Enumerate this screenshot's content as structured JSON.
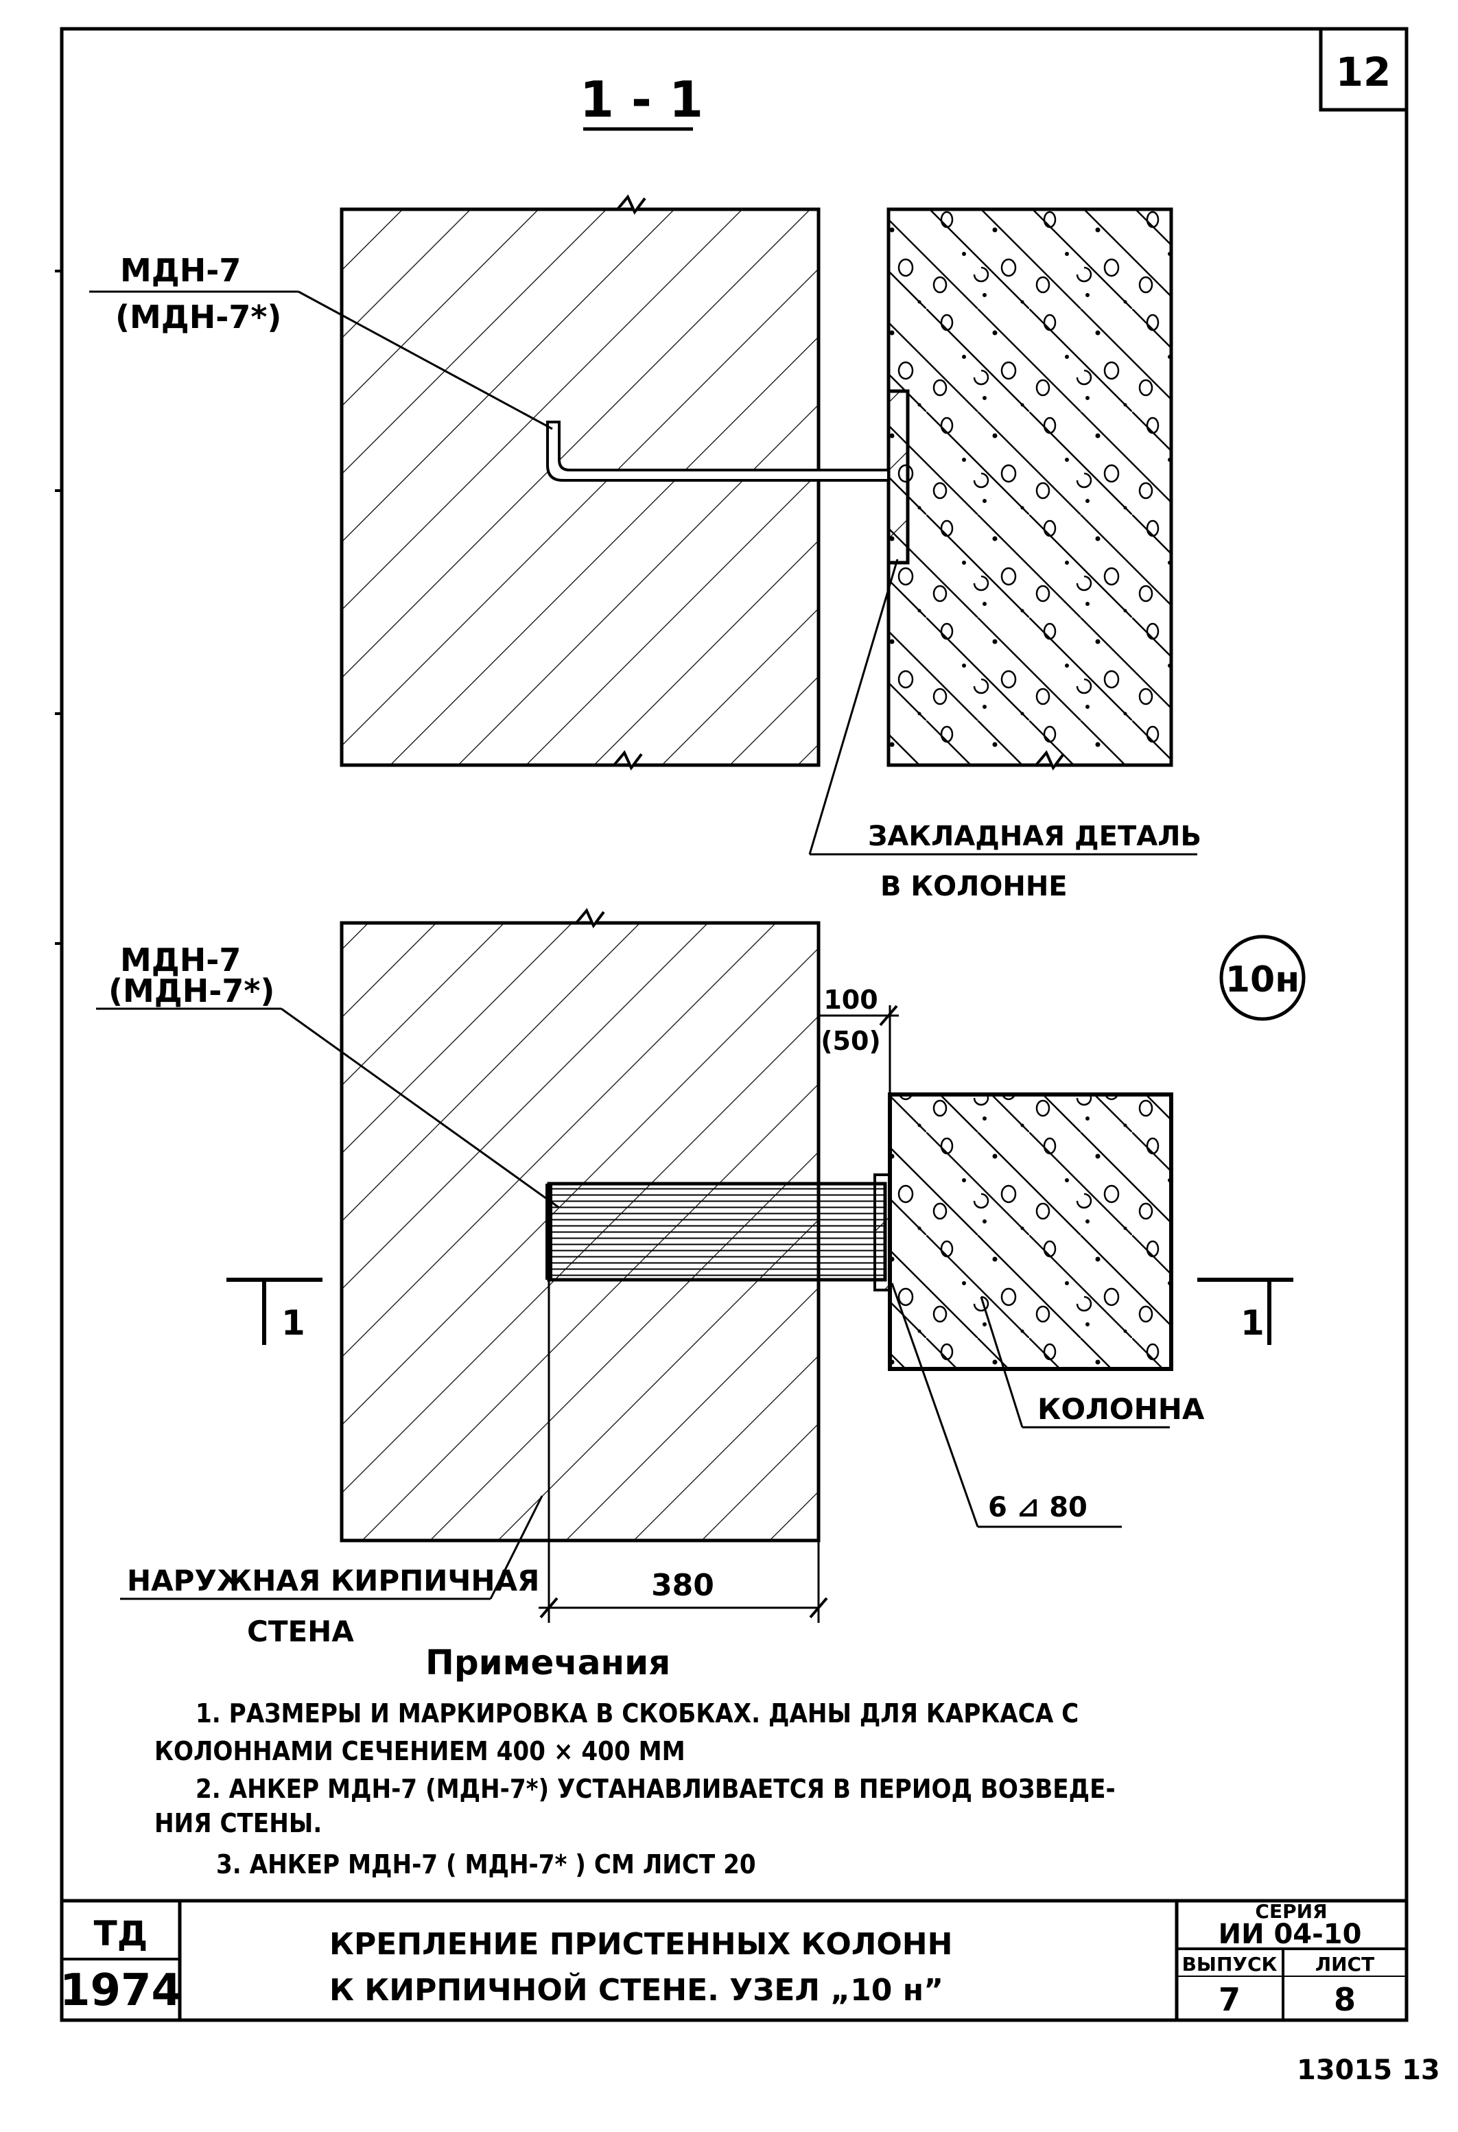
{
  "sheet_number_box": "12",
  "section_title": "1 - 1",
  "labels": {
    "anchor_top_line1": "МДН-7",
    "anchor_top_line2": "(МДН-7*)",
    "embedded_part_line1": "ЗАКЛАДНАЯ  ДЕТАЛЬ",
    "embedded_part_line2": "В  КОЛОННЕ",
    "node_mark": "10н",
    "anchor_bottom_line1": "МДН-7",
    "anchor_bottom_line2": "(МДН-7*)",
    "dim_100": "100",
    "dim_50": "(50)",
    "column": "КОЛОННА",
    "weld": "6 ⊿ 80",
    "wall_line1": "НАРУЖНАЯ КИРПИЧНАЯ",
    "wall_line2": "СТЕНА",
    "dim_380": "380",
    "section_mark_left": "1",
    "section_mark_right": "1"
  },
  "notes": {
    "title": "Примечания",
    "line1": "1. РАЗМЕРЫ  И  МАРКИРОВКА  В  СКОБКАХ. ДАНЫ  ДЛЯ  КАРКАСА  С",
    "line2": "КОЛОННАМИ  СЕЧЕНИЕМ  400 × 400 ММ",
    "line3": "2. АНКЕР  МДН-7 (МДН-7*)  УСТАНАВЛИВАЕТСЯ  В  ПЕРИОД  ВОЗВЕДЕ-",
    "line4": "НИЯ  СТЕНЫ.",
    "line5": "3. АНКЕР  МДН-7 ( МДН-7* )  СМ  ЛИСТ  20"
  },
  "title_block": {
    "org": "ТД",
    "year": "1974",
    "title_line1": "КРЕПЛЕНИЕ  ПРИСТЕННЫХ  КОЛОНН",
    "title_line2": "К  КИРПИЧНОЙ  СТЕНЕ.  УЗЕЛ  „10 н”",
    "series_label": "СЕРИЯ",
    "series_value": "ИИ 04-10",
    "issue_label": "ВЫПУСК",
    "issue_value": "7",
    "sheet_label": "ЛИСТ",
    "sheet_value": "8"
  },
  "footer_code": "13015  13"
}
